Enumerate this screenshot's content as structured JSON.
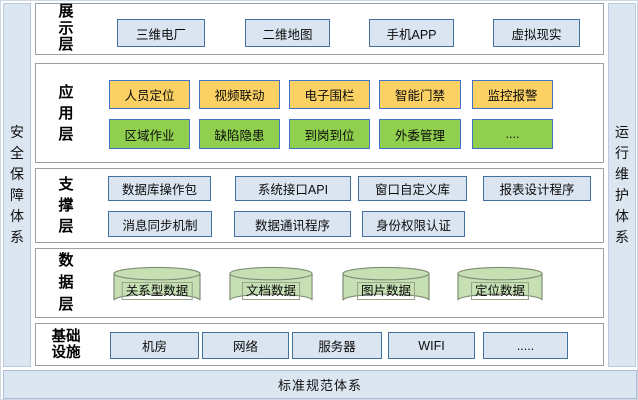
{
  "frame": {
    "left_pillar": "安全保障体系",
    "right_pillar": "运行维护体系",
    "bottom_bar": "标准规范体系"
  },
  "layers": {
    "presentation": {
      "label": "展示层",
      "items": [
        "三维电厂",
        "二维地图",
        "手机APP",
        "虚拟现实"
      ]
    },
    "application": {
      "label": "应用层",
      "row1": [
        "人员定位",
        "视频联动",
        "电子围栏",
        "智能门禁",
        "监控报警"
      ],
      "row2": [
        "区域作业",
        "缺陷隐患",
        "到岗到位",
        "外委管理",
        "...."
      ]
    },
    "support": {
      "label": "支撑层",
      "row1": [
        "数据库操作包",
        "系统接口API",
        "窗口自定义库",
        "报表设计程序"
      ],
      "row2": [
        "消息同步机制",
        "数据通讯程序",
        "身份权限认证"
      ]
    },
    "data": {
      "label": "数据层",
      "items": [
        "关系型数据",
        "文档数据",
        "图片数据",
        "定位数据"
      ]
    },
    "infrastructure": {
      "label": "基础设施",
      "items": [
        "机房",
        "网络",
        "服务器",
        "WIFI",
        "....."
      ]
    }
  },
  "colors": {
    "box_blue_fill": "#dbe5f1",
    "box_blue_border": "#41719c",
    "box_yellow_fill": "#fbd164",
    "box_green_fill": "#90d04e",
    "box_accent_border": "#4472c4",
    "cylinder_fill": "#c6e0b4",
    "pillar_fill": "#dce6f1",
    "panel_border": "#9aa0a8"
  }
}
